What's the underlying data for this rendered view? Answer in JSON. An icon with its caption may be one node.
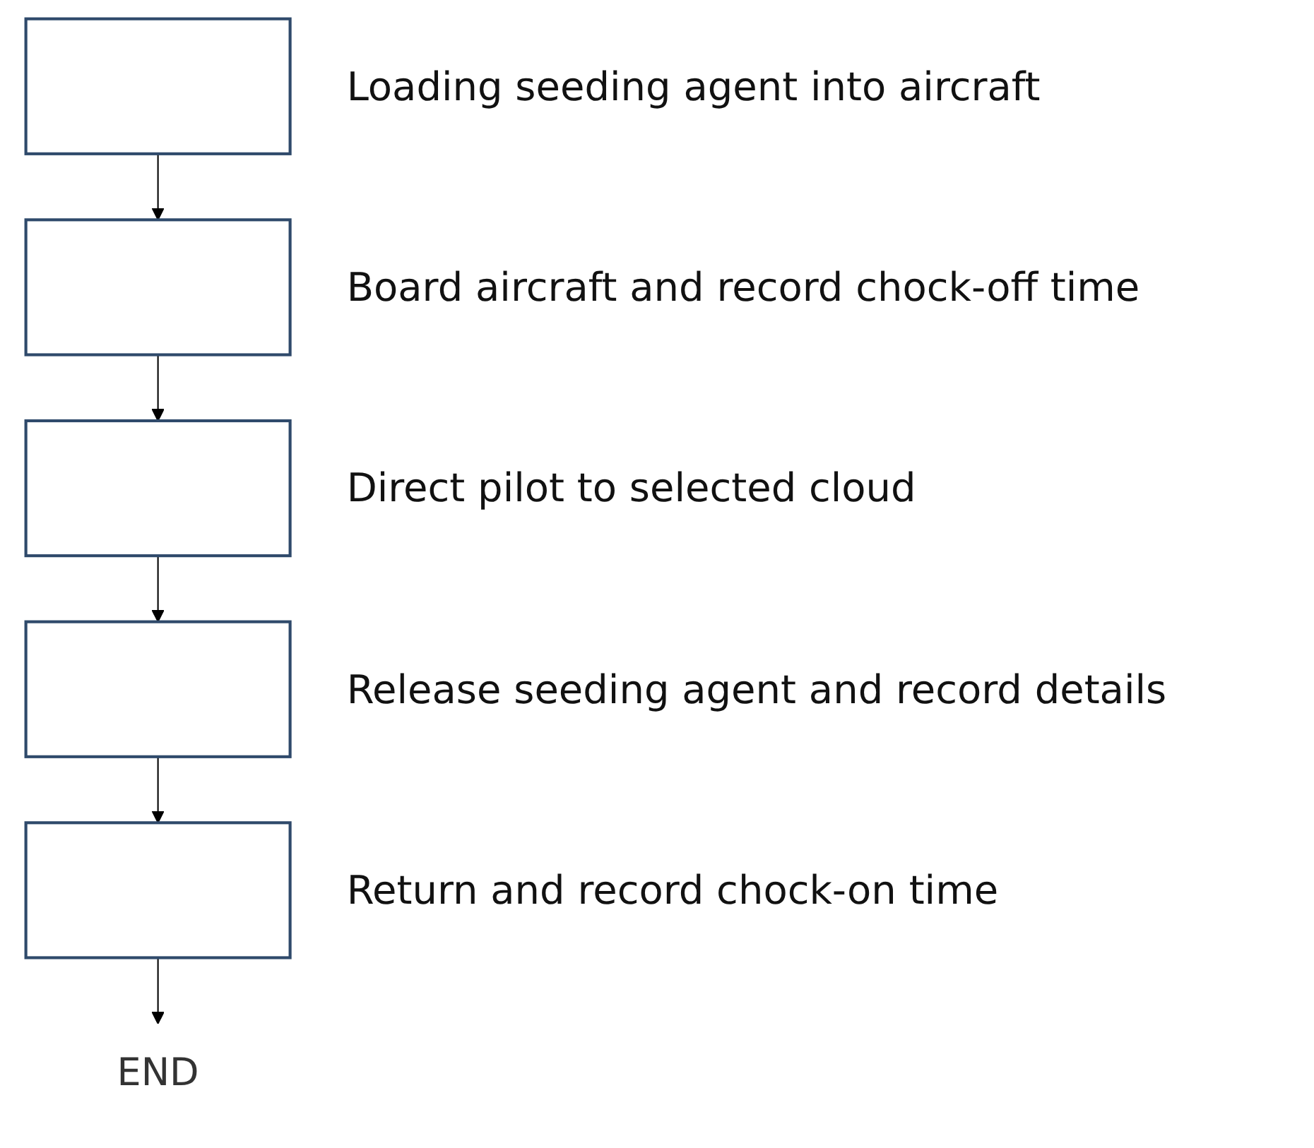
{
  "diagram": {
    "nodes": [
      {
        "text": [],
        "shape": "box",
        "beside": [
          "Loading seeding agent into aircraft"
        ]
      },
      {
        "text": [],
        "shape": "box",
        "beside": [
          "Board aircraft and record chock-off time"
        ]
      },
      {
        "text": [],
        "shape": "box",
        "beside": [
          "Direct pilot to selected cloud"
        ]
      },
      {
        "text": [],
        "shape": "box",
        "beside": [
          "Release seeding agent and record details"
        ]
      },
      {
        "text": [],
        "shape": "box",
        "beside": [
          "Return and record chock-on time"
        ]
      },
      {
        "text": [
          "END"
        ]
      }
    ],
    "edges": [
      {
        "from": 0,
        "to": 1,
        "arrow": "to"
      },
      {
        "from": 1,
        "to": 2,
        "arrow": "to"
      },
      {
        "from": 2,
        "to": 3,
        "arrow": "to"
      },
      {
        "from": 3,
        "to": 4,
        "arrow": "to"
      },
      {
        "from": 4,
        "to": 5,
        "arrow": "to"
      }
    ]
  }
}
